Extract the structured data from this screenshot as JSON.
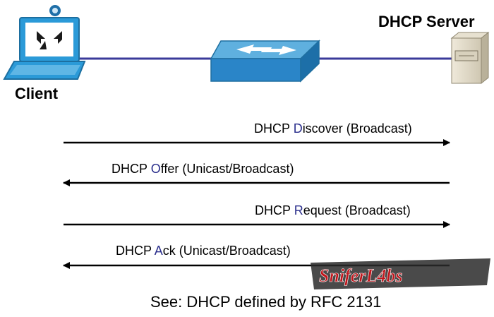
{
  "nodes": {
    "client": {
      "label": "Client"
    },
    "server": {
      "label": "DHCP Server"
    }
  },
  "messages": [
    {
      "prefix": "DHCP ",
      "highlight": "D",
      "rest": "iscover (Broadcast)",
      "direction": "client-to-server"
    },
    {
      "prefix": "DHCP ",
      "highlight": "O",
      "rest": "ffer (Unicast/Broadcast)",
      "direction": "server-to-client"
    },
    {
      "prefix": "DHCP ",
      "highlight": "R",
      "rest": "equest (Broadcast)",
      "direction": "client-to-server"
    },
    {
      "prefix": "DHCP ",
      "highlight": "A",
      "rest": "ck (Unicast/Broadcast)",
      "direction": "server-to-client"
    }
  ],
  "footer": "See: DHCP defined by RFC 2131",
  "watermark": "SniferL4bs",
  "colors": {
    "link_line": "#3a3a9a",
    "switch_top": "#5fb0df",
    "switch_side": "#2a85c8",
    "laptop_blue": "#2b9ad8",
    "highlight_letter": "#2b2f8c",
    "watermark_red": "#c0161c"
  }
}
